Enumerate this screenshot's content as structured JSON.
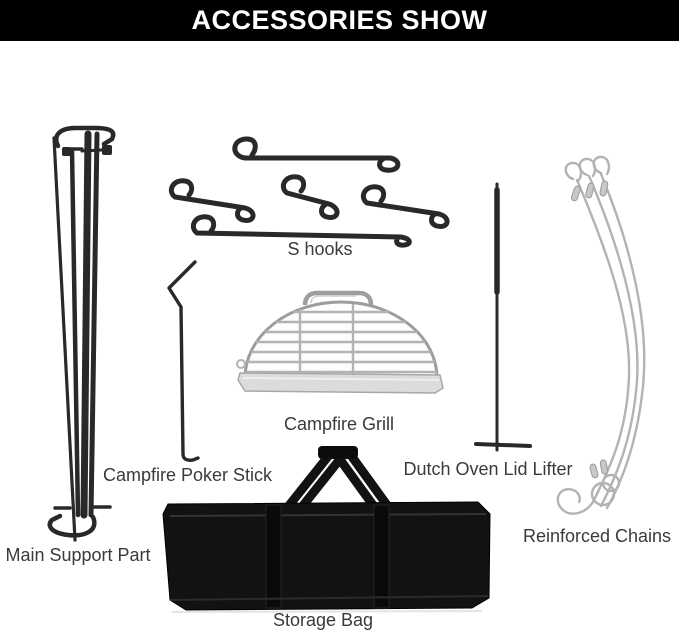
{
  "banner": {
    "title": "ACCESSORIES SHOW"
  },
  "items": {
    "main_support_part": {
      "label": "Main Support Part"
    },
    "s_hooks": {
      "label": "S hooks"
    },
    "campfire_poker_stick": {
      "label": "Campfire Poker Stick"
    },
    "campfire_grill": {
      "label": "Campfire Grill"
    },
    "dutch_oven_lid_lifter": {
      "label": "Dutch Oven Lid Lifter"
    },
    "reinforced_chains": {
      "label": "Reinforced Chains"
    },
    "storage_bag": {
      "label": "Storage Bag"
    }
  },
  "colors": {
    "banner_bg": "#000000",
    "banner_text": "#ffffff",
    "label_text": "#3a3a3a",
    "metal_dark": "#29292c",
    "metal_silver": "#b3b3b3",
    "bag_black": "#121212"
  }
}
